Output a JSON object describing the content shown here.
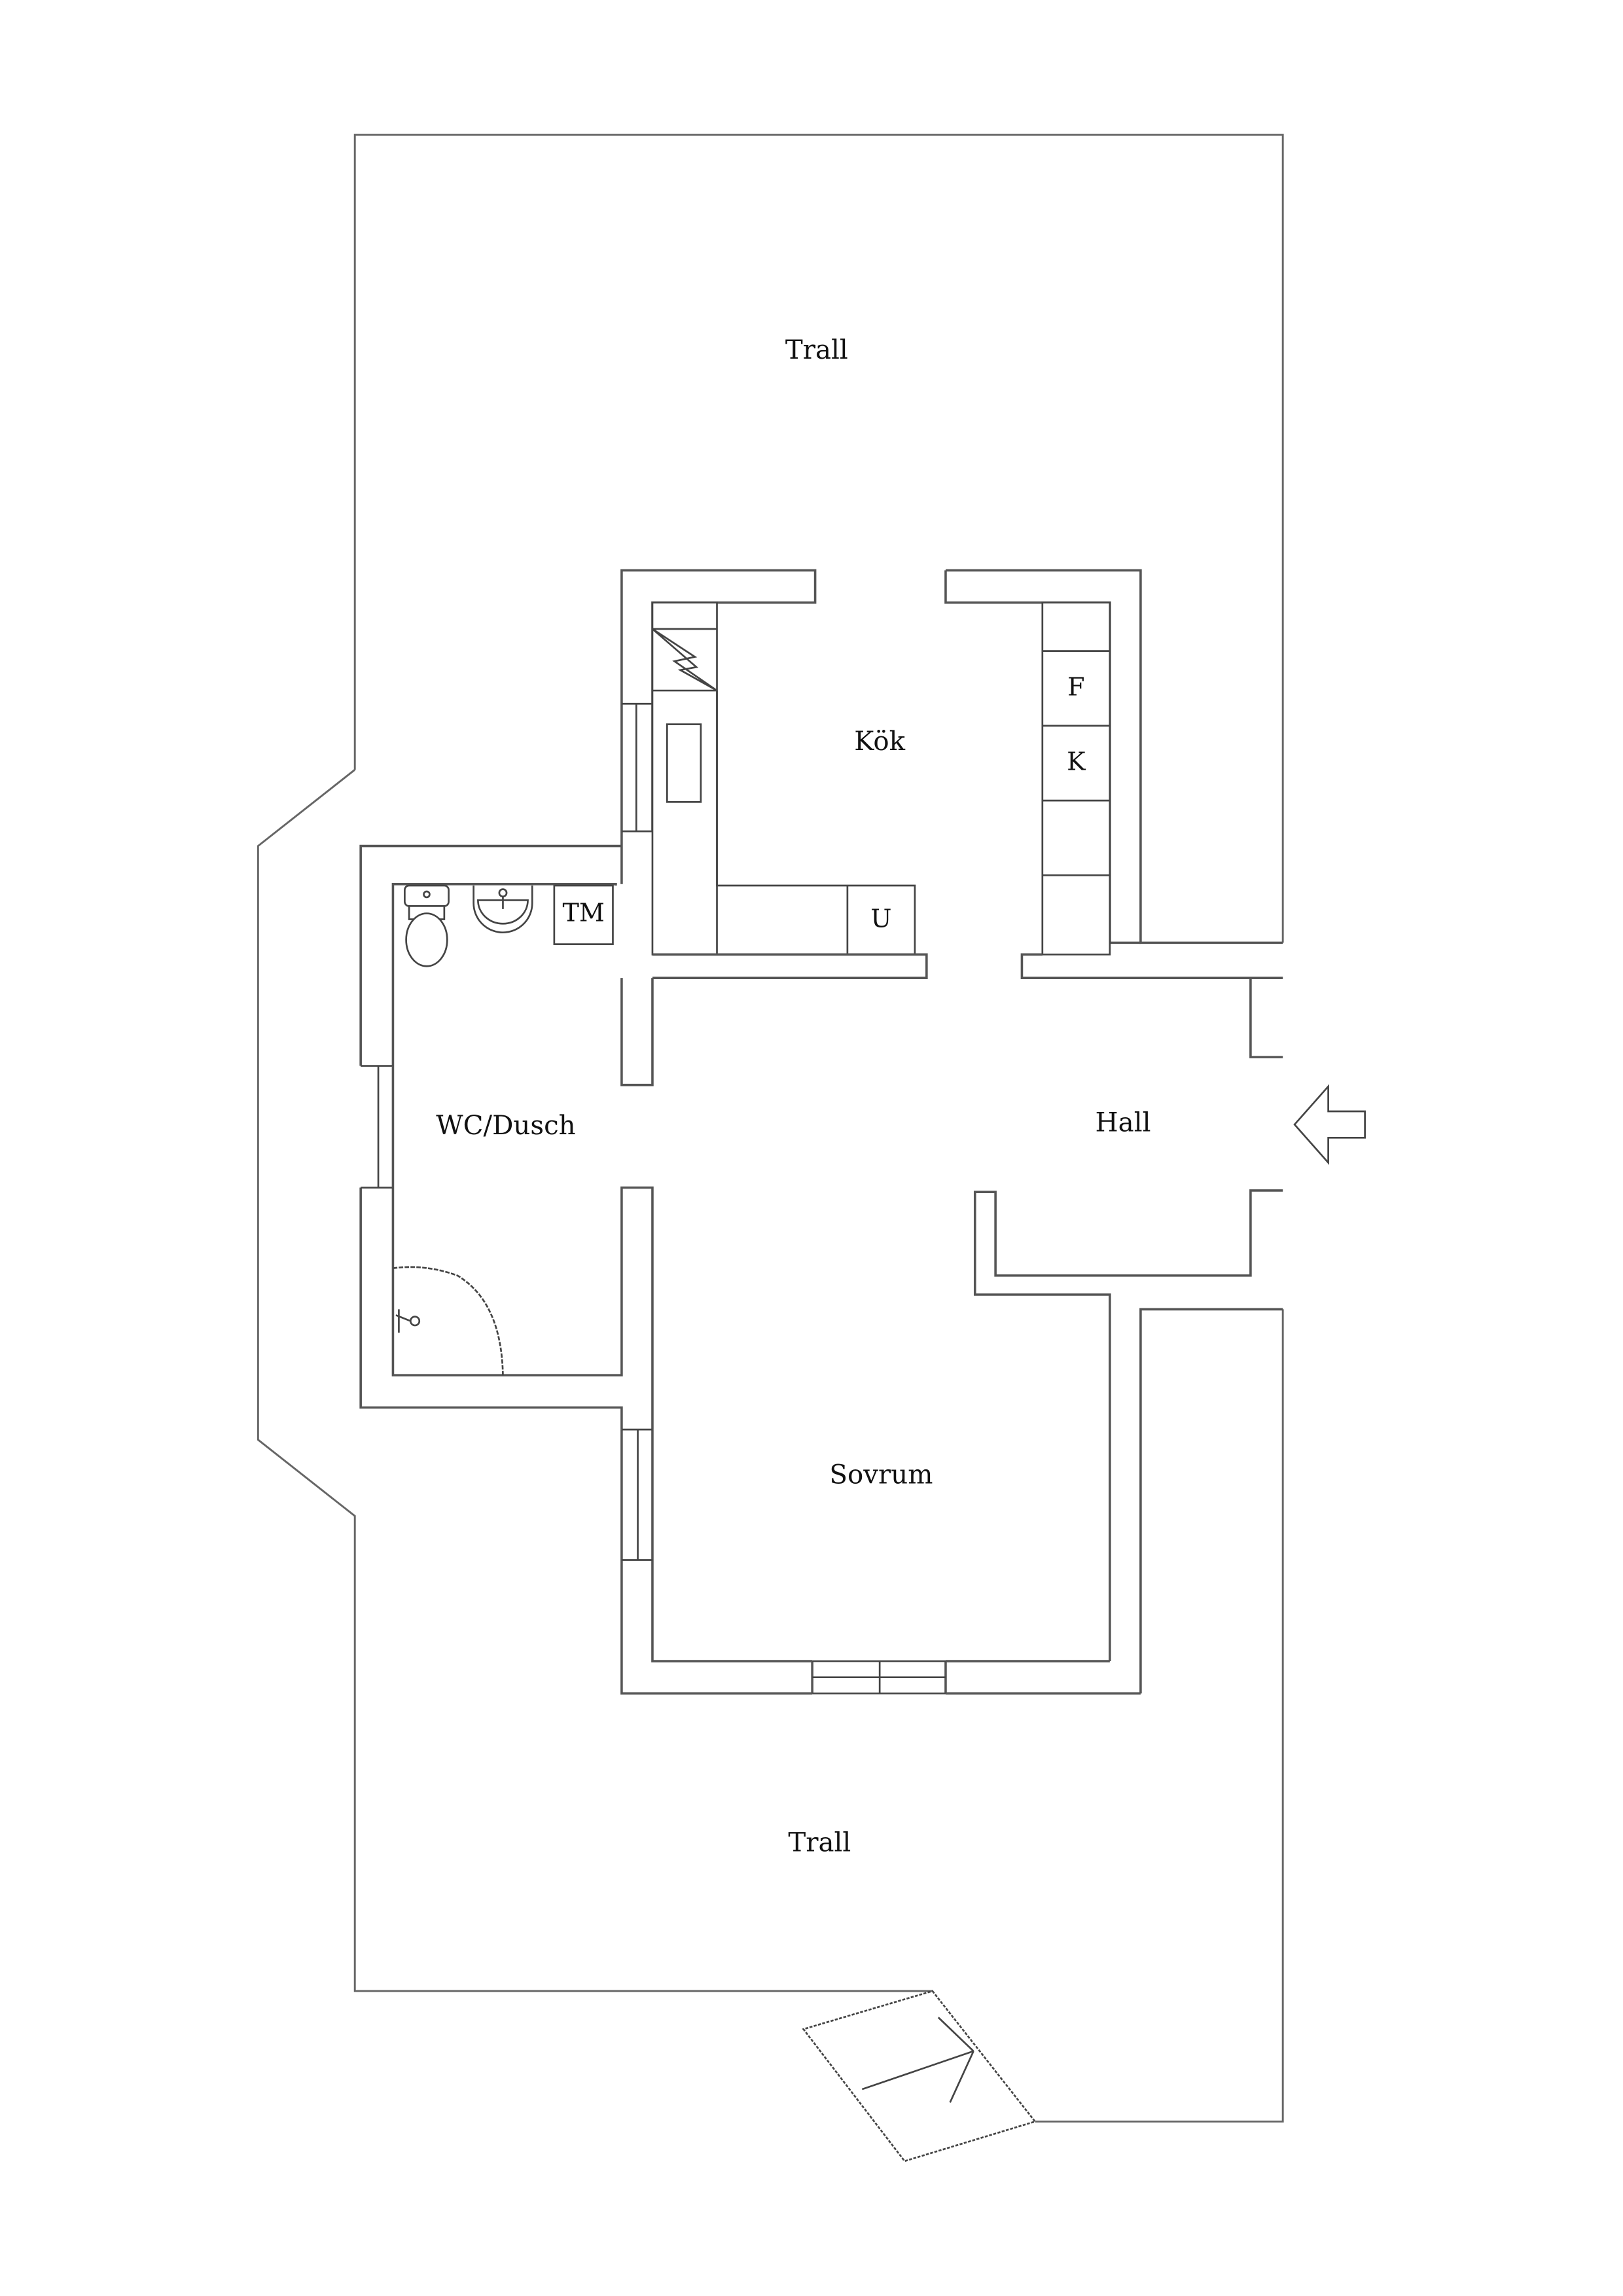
{
  "plan": {
    "rooms": {
      "trall_top": "Trall",
      "kok": "Kök",
      "wc_dusch": "WC/Dusch",
      "hall": "Hall",
      "sovrum": "Sovrum",
      "trall_bottom": "Trall"
    },
    "fixtures": {
      "fridge": "F",
      "freezer": "K",
      "oven": "U",
      "washing_machine": "TM"
    },
    "icons": {
      "entrance_arrow": "entrance-arrow-icon",
      "stair_arrow": "stair-arrow-icon",
      "toilet": "toilet-icon",
      "sink": "sink-icon",
      "shower": "shower-icon",
      "stove": "stove-icon",
      "kitchen_sink": "kitchen-sink-icon"
    },
    "colors": {
      "background": "#ffffff",
      "lines": "#555555",
      "text": "#111111"
    }
  }
}
